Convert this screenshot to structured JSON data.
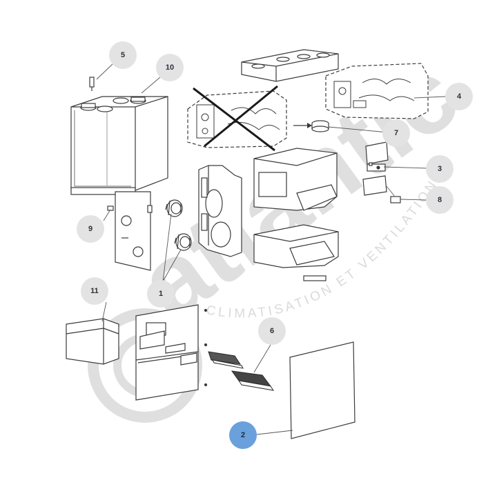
{
  "diagram": {
    "colors": {
      "line": "#3a3a3a",
      "callout_fill": "#e3e3e3",
      "callout_active_fill": "#6aa0dc",
      "watermark": "#d9d9d9"
    },
    "callouts": [
      {
        "label": "5",
        "active": false
      },
      {
        "label": "10",
        "active": false
      },
      {
        "label": "4",
        "active": false
      },
      {
        "label": "7",
        "active": false
      },
      {
        "label": "3",
        "active": false
      },
      {
        "label": "8",
        "active": false
      },
      {
        "label": "9",
        "active": false
      },
      {
        "label": "1",
        "active": false
      },
      {
        "label": "11",
        "active": false
      },
      {
        "label": "6",
        "active": false
      },
      {
        "label": "2",
        "active": true
      }
    ]
  },
  "watermark": {
    "brand": "atlantic",
    "tagline": "CLIMATISATION ET VENTILATION"
  }
}
